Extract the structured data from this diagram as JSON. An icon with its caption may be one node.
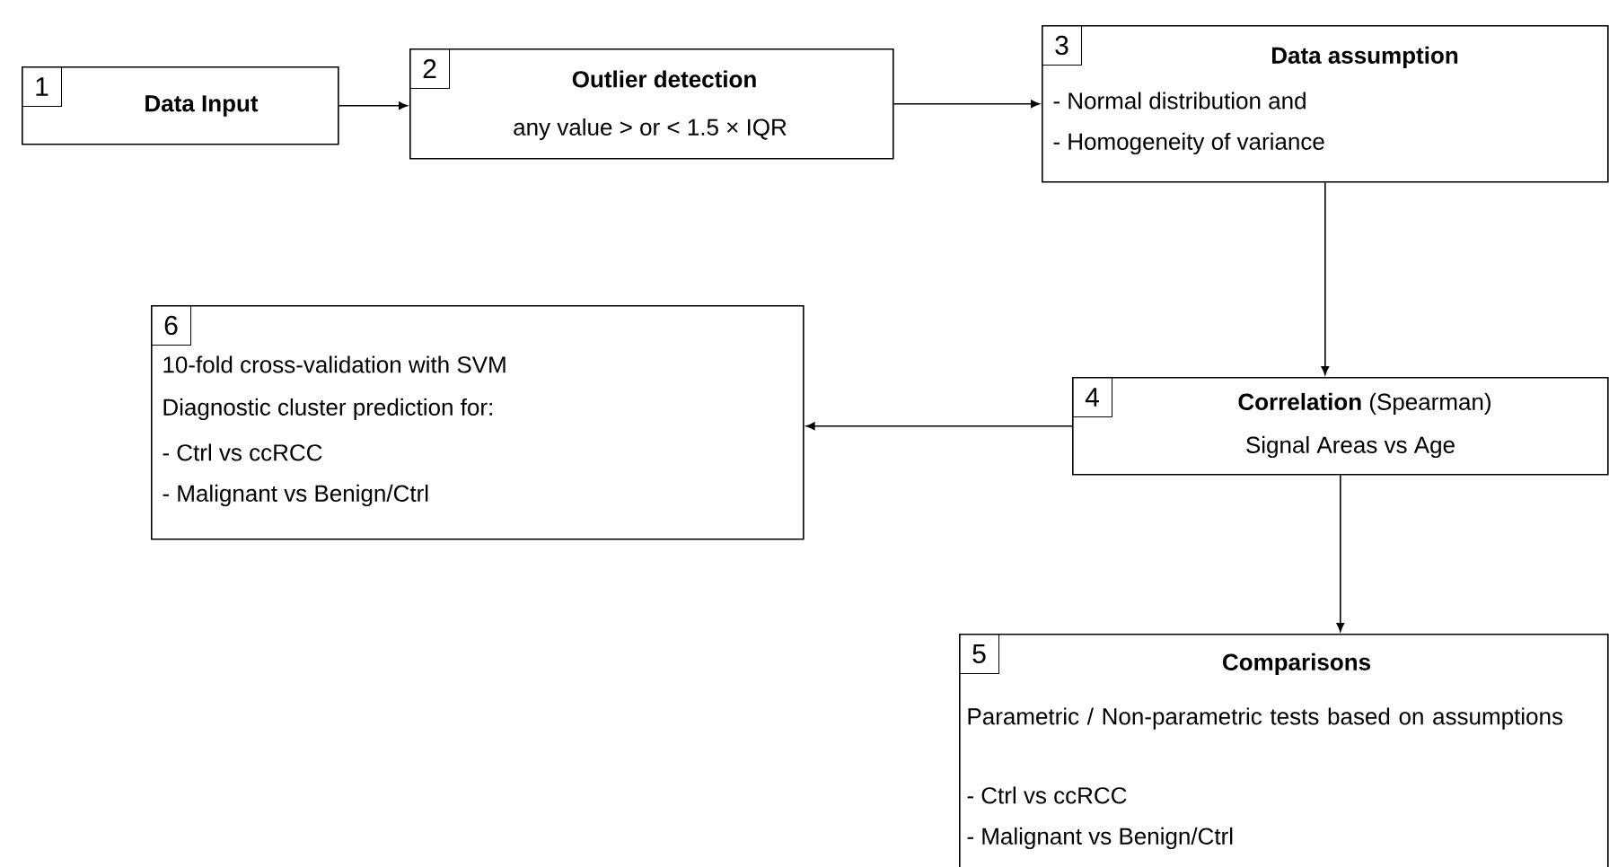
{
  "diagram": {
    "nodes": [
      {
        "text": [
          "1",
          "Data Input"
        ]
      },
      {
        "text": [
          "2",
          "Outlier detection",
          "any value > or < 1.5 × IQR"
        ]
      },
      {
        "text": [
          "3",
          "Data assumption",
          "- Normal distribution and",
          "- Homogeneity of variance"
        ]
      },
      {
        "text": [
          "4",
          "**Correlation** (Spearman)",
          "Signal Areas vs Age"
        ]
      },
      {
        "text": [
          "5",
          "Comparisons",
          "Parametric / Non-parametric tests based on assumptions",
          "- Ctrl vs ccRCC",
          "- Malignant vs Benign/Ctrl"
        ]
      },
      {
        "text": [
          "6",
          "10-fold cross-validation with SVM",
          "Diagnostic cluster prediction for:",
          "- Ctrl vs ccRCC",
          "- Malignant vs Benign/Ctrl"
        ]
      }
    ],
    "edges": [
      {
        "from": 0,
        "to": 1,
        "arrow": "to"
      },
      {
        "from": 1,
        "to": 2,
        "arrow": "to"
      },
      {
        "from": 2,
        "to": 3,
        "arrow": "to"
      },
      {
        "from": 3,
        "to": 5,
        "arrow": "to"
      },
      {
        "from": 3,
        "to": 4,
        "arrow": "to"
      }
    ]
  }
}
